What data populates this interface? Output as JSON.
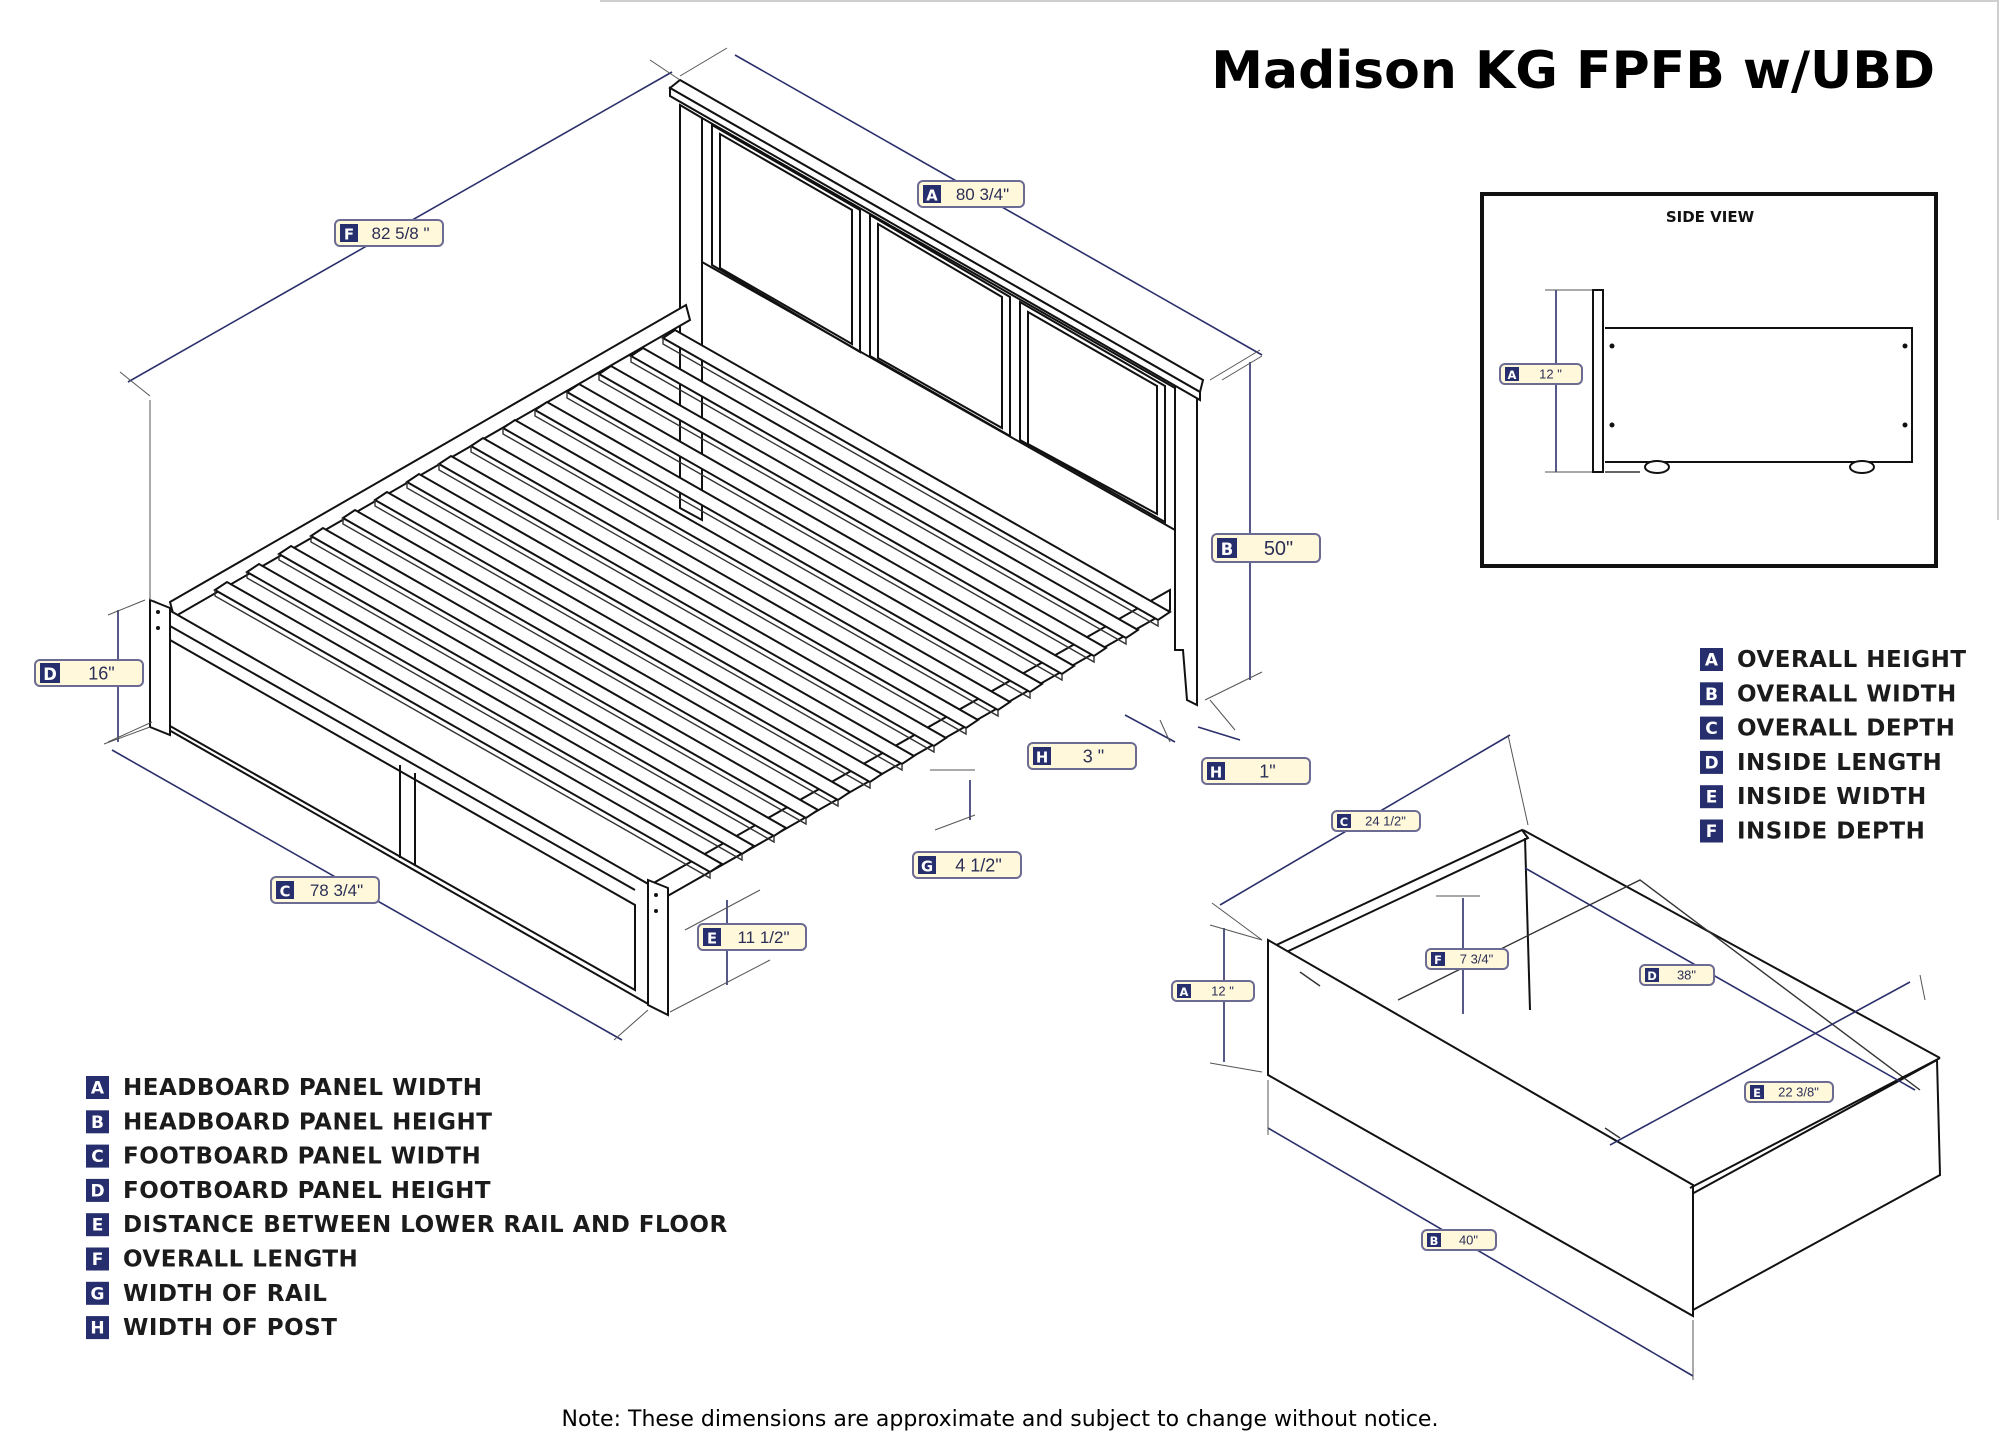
{
  "title": "Madison KG FPFB w/UBD",
  "note": "Note:  These dimensions are approximate and subject to change without notice.",
  "side_view_title": "SIDE VIEW",
  "bed_dims": [
    {
      "key": "A",
      "value": "80 3/4\""
    },
    {
      "key": "F",
      "value": "82 5/8 \""
    },
    {
      "key": "B",
      "value": "50\""
    },
    {
      "key": "D",
      "value": "16\""
    },
    {
      "key": "H",
      "value": "3 \""
    },
    {
      "key": "H",
      "value": "1\""
    },
    {
      "key": "G",
      "value": "4 1/2\""
    },
    {
      "key": "C",
      "value": "78 3/4\""
    },
    {
      "key": "E",
      "value": "11 1/2\""
    }
  ],
  "drawer_dims": [
    {
      "key": "A",
      "value": "12 \""
    },
    {
      "key": "C",
      "value": "24 1/2\""
    },
    {
      "key": "A",
      "value": "12 \""
    },
    {
      "key": "F",
      "value": "7 3/4\""
    },
    {
      "key": "D",
      "value": "38\""
    },
    {
      "key": "E",
      "value": "22 3/8\""
    },
    {
      "key": "B",
      "value": "40\""
    }
  ],
  "bed_legend": [
    {
      "key": "A",
      "label": "HEADBOARD PANEL WIDTH"
    },
    {
      "key": "B",
      "label": "HEADBOARD PANEL HEIGHT"
    },
    {
      "key": "C",
      "label": "FOOTBOARD PANEL WIDTH"
    },
    {
      "key": "D",
      "label": "FOOTBOARD PANEL HEIGHT"
    },
    {
      "key": "E",
      "label": "DISTANCE BETWEEN LOWER RAIL AND FLOOR"
    },
    {
      "key": "F",
      "label": "OVERALL LENGTH"
    },
    {
      "key": "G",
      "label": "WIDTH OF RAIL"
    },
    {
      "key": "H",
      "label": "WIDTH OF POST"
    }
  ],
  "drawer_legend": [
    {
      "key": "A",
      "label": "OVERALL HEIGHT"
    },
    {
      "key": "B",
      "label": "OVERALL WIDTH"
    },
    {
      "key": "C",
      "label": "OVERALL DEPTH"
    },
    {
      "key": "D",
      "label": "INSIDE LENGTH"
    },
    {
      "key": "E",
      "label": "INSIDE WIDTH"
    },
    {
      "key": "F",
      "label": "INSIDE DEPTH"
    }
  ]
}
